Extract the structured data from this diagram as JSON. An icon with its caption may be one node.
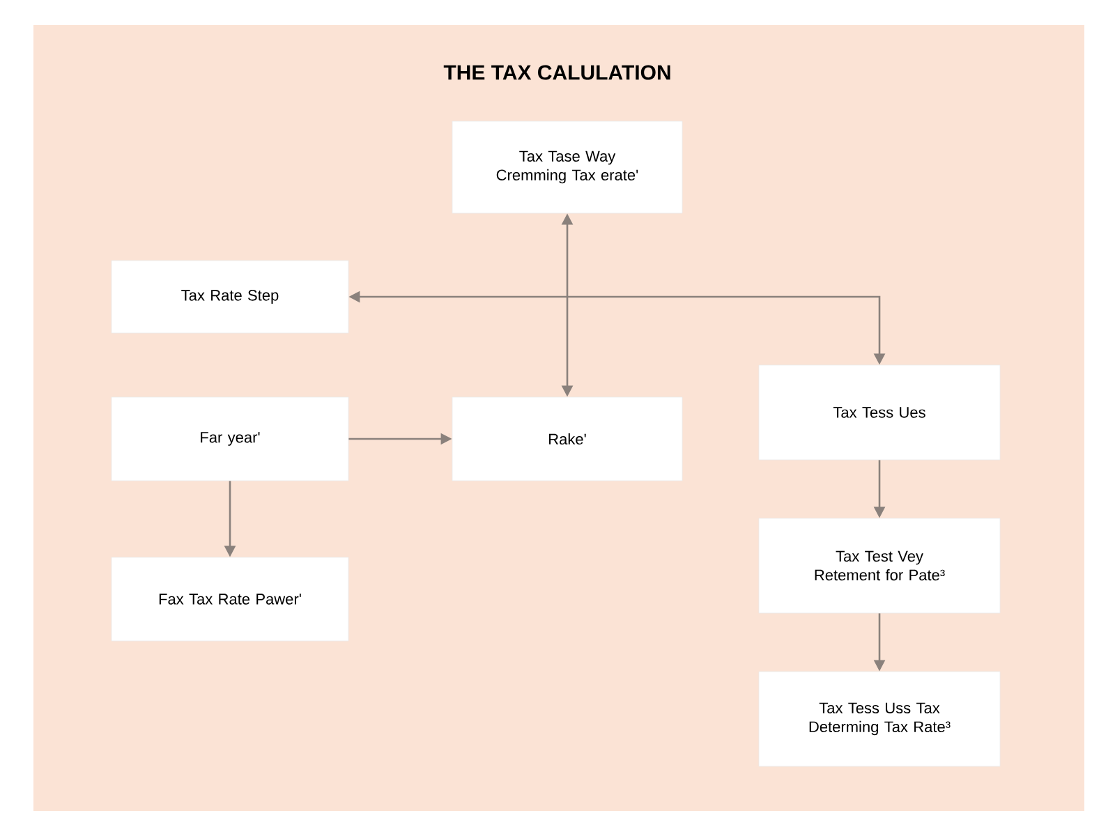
{
  "diagram": {
    "title": "THE TAX CALULATION",
    "nodes": [
      {
        "text": [
          "Tax Tase Way Cremming Tax erate'"
        ]
      },
      {
        "text": [
          "Tax Rate Step"
        ]
      },
      {
        "text": [
          "Far year'"
        ]
      },
      {
        "text": [
          "Rake'"
        ]
      },
      {
        "text": [
          "Tax Tess Ues"
        ]
      },
      {
        "text": [
          "Fax Tax Rate Pawer'"
        ]
      },
      {
        "text": [
          "Tax Test Vey Retement for Pate³"
        ]
      },
      {
        "text": [
          "Tax Tess Uss Tax Determing Tax Rate³"
        ]
      }
    ],
    "edges": [
      {
        "from": 3,
        "to": 0,
        "arrow": "both"
      },
      {
        "from": 1,
        "to": 4,
        "arrow": "both"
      },
      {
        "from": 2,
        "to": 5,
        "arrow": "to"
      },
      {
        "from": 2,
        "to": 3,
        "arrow": "to"
      },
      {
        "from": 4,
        "to": 6,
        "arrow": "to"
      },
      {
        "from": 6,
        "to": 7,
        "arrow": "to"
      }
    ]
  }
}
